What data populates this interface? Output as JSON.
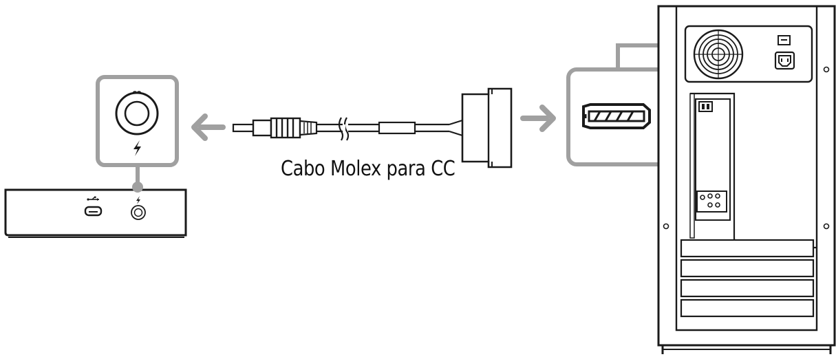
{
  "cable_label": "Cabo Molex para CC",
  "colors": {
    "line": "#1a1a1a",
    "callout_gray": "#a0a0a0",
    "arrow_gray": "#a0a0a0",
    "background": "#ffffff"
  },
  "icons": {
    "dc_power": "lightning-bolt",
    "usb": "usb-symbol"
  }
}
